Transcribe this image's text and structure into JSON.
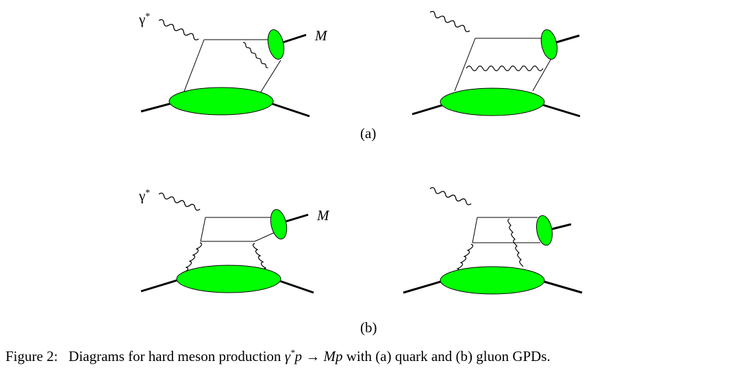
{
  "figure": {
    "diagrams": [
      {
        "photon_label": "γ",
        "photon_sup": "*",
        "meson_label": "M"
      },
      {
        "photon_label": "",
        "photon_sup": "",
        "meson_label": ""
      },
      {
        "photon_label": "γ",
        "photon_sup": "*",
        "meson_label": "M"
      },
      {
        "photon_label": "",
        "photon_sup": "",
        "meson_label": ""
      }
    ],
    "row_labels": [
      "(a)",
      "(b)"
    ],
    "colors": {
      "blob": "#00ff00",
      "line": "#000000"
    }
  },
  "caption": {
    "prefix": "Figure 2:",
    "text_before": "Diagrams for hard meson production",
    "formula_gamma": "γ",
    "formula_star": "*",
    "formula_rest": "p → Mp",
    "text_after": "with (a) quark and (b) gluon GPDs."
  }
}
